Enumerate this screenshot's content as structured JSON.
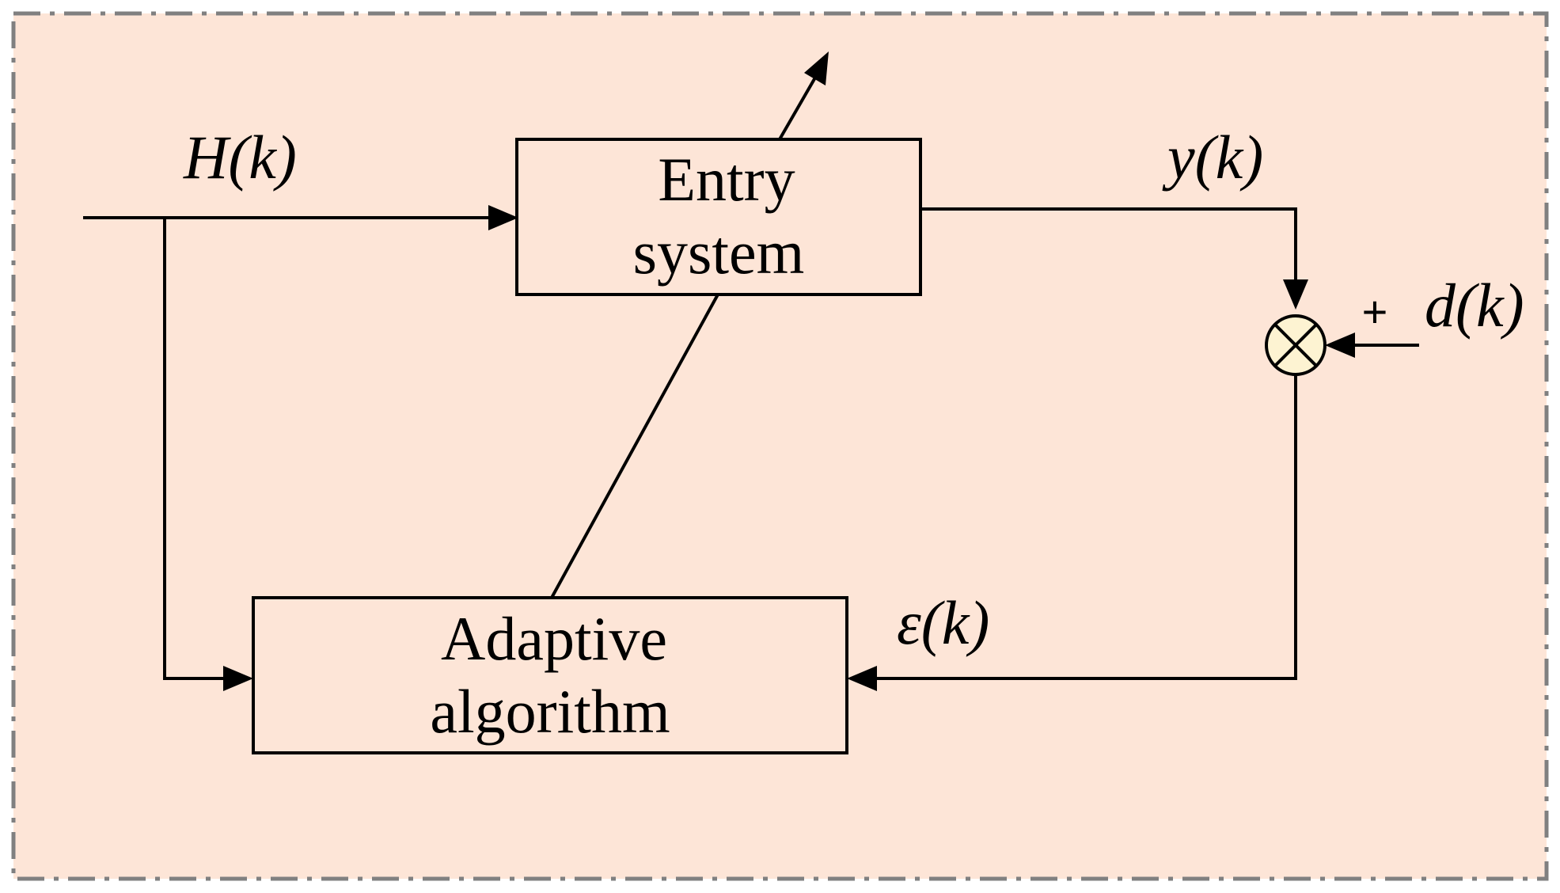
{
  "colors": {
    "background": "#fde5d7",
    "border": "#808080",
    "line": "#000000",
    "summing_junction_fill": "#fdf3d2"
  },
  "blocks": {
    "entry_system": {
      "line1": "Entry",
      "line2": "system"
    },
    "adaptive_algorithm": {
      "line1": "Adaptive",
      "line2": "algorithm"
    }
  },
  "signals": {
    "input": "H(k)",
    "output": "y(k)",
    "desired": "d(k)",
    "error": "ε(k)"
  },
  "summing_junction": {
    "icon": "circle-cross-icon",
    "sign": "+"
  }
}
